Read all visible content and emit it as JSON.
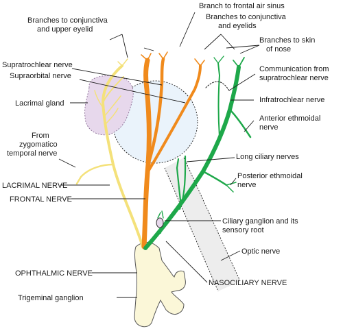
{
  "diagram": {
    "colors": {
      "lacrimal": "#f4e17a",
      "lacrimal_edge": "#9c8c2c",
      "frontal": "#f08a1c",
      "frontal_edge": "#a8570a",
      "nasociliary": "#1ea84a",
      "ganglion_fill": "#fbf7d8",
      "ganglion_edge": "#555555",
      "gland_fill": "#e7d8ec",
      "globe_fill": "#eaf3fb",
      "optic_fill": "#ededed"
    },
    "labels": {
      "branch_frontal_sinus": "Branch to frontal air sinus",
      "branches_conj_eyelids_1": "Branches to conjunctiva",
      "branches_conj_eyelids_2": "and eyelids",
      "branches_conj_upper_1": "Branches to conjunctiva",
      "branches_conj_upper_2": "and upper eyelid",
      "branches_skin_nose_1": "Branches to skin",
      "branches_skin_nose_2": "of nose",
      "supratrochlear": "Supratrochlear nerve",
      "supraorbital": "Supraorbital nerve",
      "communication_1": "Communication from",
      "communication_2": "supratrochlear nerve",
      "lacrimal_gland": "Lacrimal gland",
      "infratrochlear": "Infratrochlear nerve",
      "anterior_ethmoidal_1": "Anterior ethmoidal",
      "anterior_ethmoidal_2": "nerve",
      "from_zygomatico_1": "From",
      "from_zygomatico_2": "zygomatico",
      "from_zygomatico_3": "temporal nerve",
      "long_ciliary": "Long ciliary nerves",
      "posterior_ethmoidal_1": "Posterior ethmoidal",
      "posterior_ethmoidal_2": "nerve",
      "lacrimal_nerve": "LACRIMAL NERVE",
      "frontal_nerve": "FRONTAL NERVE",
      "ciliary_ganglion_1": "Ciliary ganglion and its",
      "ciliary_ganglion_2": "sensory root",
      "optic_nerve": "Optic nerve",
      "ophthalmic_nerve": "OPHTHALMIC NERVE",
      "nasociliary_nerve": "NASOCILIARY NERVE",
      "trigeminal_ganglion": "Trigeminal ganglion"
    }
  }
}
